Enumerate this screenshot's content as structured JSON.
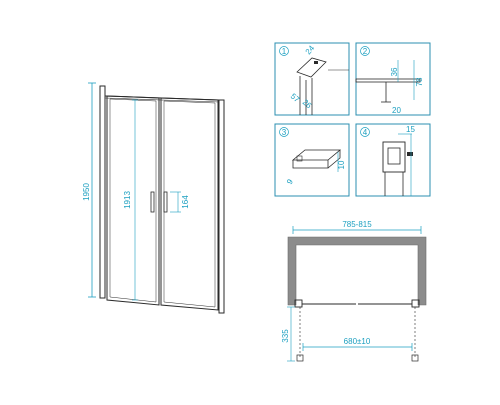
{
  "colors": {
    "accent": "#1b9fc0",
    "line": "#2a2a2a",
    "panel_border": "#2b8fb0",
    "wall": "#8c8c8c"
  },
  "front_view": {
    "total_height": "1950",
    "door_height": "1913",
    "handle_height": "164"
  },
  "details": [
    {
      "number": "1",
      "labels": [
        "24",
        "57",
        "26"
      ]
    },
    {
      "number": "2",
      "labels": [
        "36",
        "78",
        "20"
      ]
    },
    {
      "number": "3",
      "labels": [
        "10",
        "9"
      ]
    },
    {
      "number": "4",
      "labels": [
        "15"
      ]
    }
  ],
  "plan_view": {
    "width_range": "785-815",
    "opening": "680±10",
    "door_depth": "335"
  }
}
